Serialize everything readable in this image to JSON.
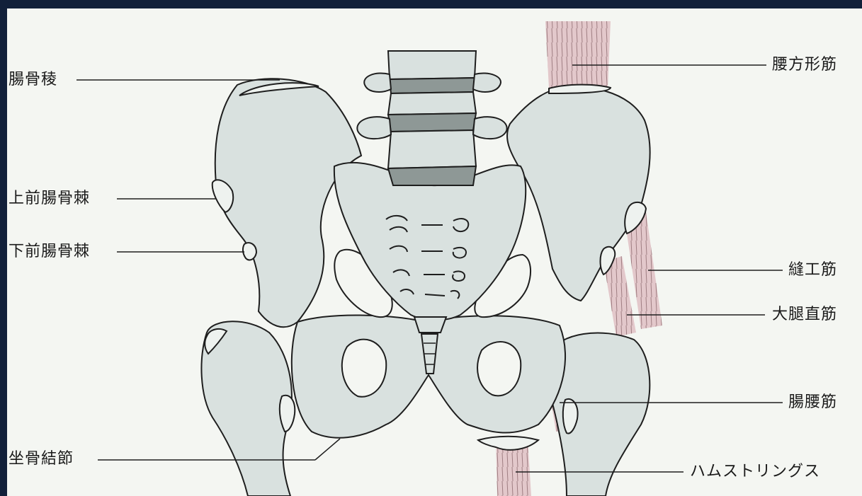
{
  "colors": {
    "background": "#f4f6f2",
    "bone": "#d9e1df",
    "outline": "#1e1e1e",
    "disc": "#8e9896",
    "muscle": "#e3c8cb",
    "frame": "#12203a"
  },
  "labels": {
    "iliac_crest": "腸骨稜",
    "asis": "上前腸骨棘",
    "aiis": "下前腸骨棘",
    "ischial_tuberosity": "坐骨結節",
    "quadratus_lumborum": "腰方形筋",
    "sartorius": "縫工筋",
    "rectus_femoris": "大腿直筋",
    "iliopsoas": "腸腰筋",
    "hamstrings": "ハムストリングス"
  }
}
